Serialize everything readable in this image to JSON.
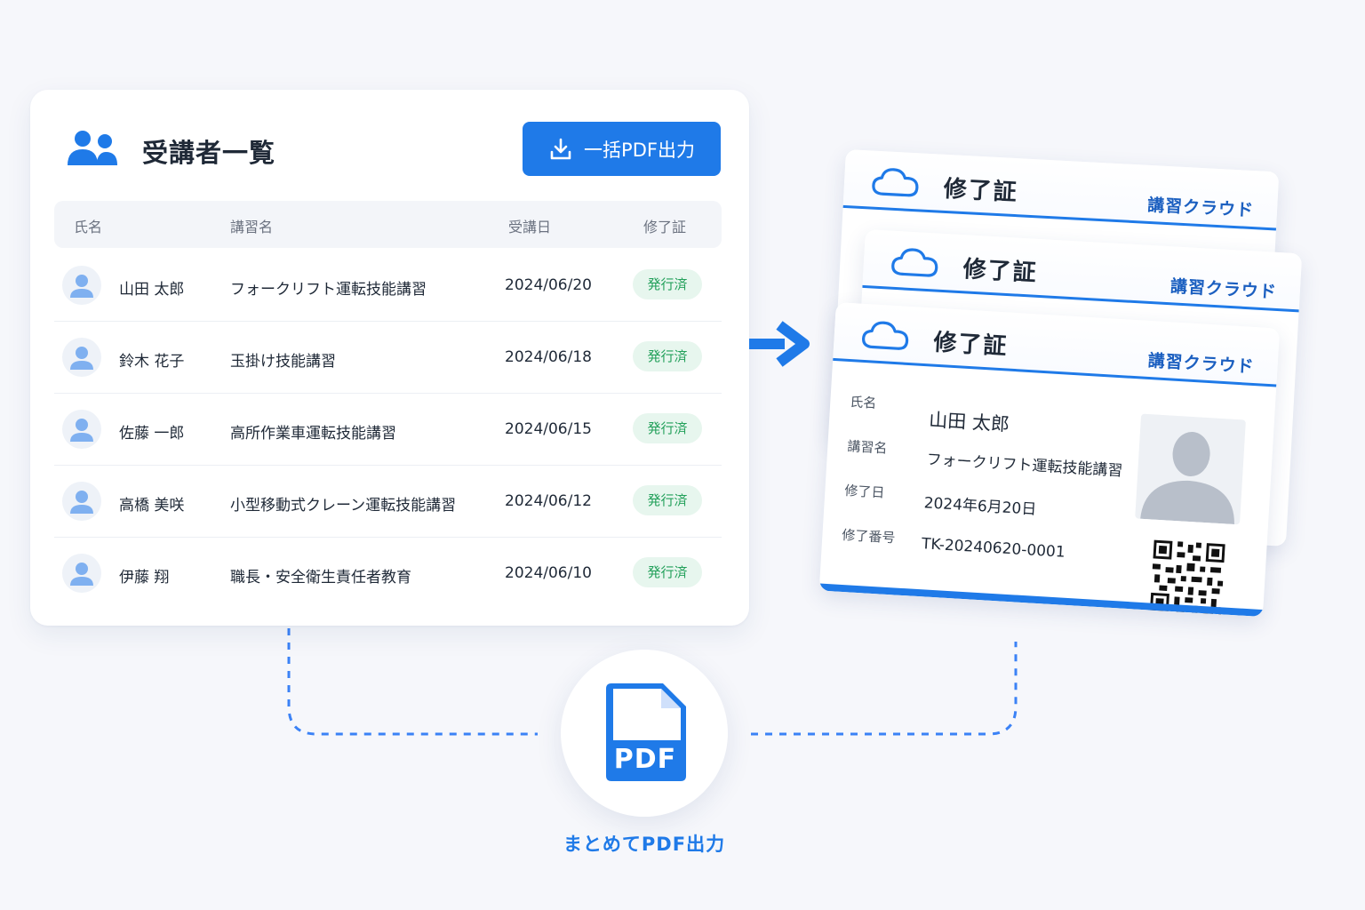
{
  "list": {
    "title": "受講者一覧",
    "bulk_button": "一括PDF出力",
    "columns": [
      "氏名",
      "講習名",
      "受講日",
      "修了証"
    ],
    "rows": [
      {
        "name": "山田 太郎",
        "course": "フォークリフト運転技能講習",
        "date": "2024/06/20",
        "status": "発行済"
      },
      {
        "name": "鈴木 花子",
        "course": "玉掛け技能講習",
        "date": "2024/06/18",
        "status": "発行済"
      },
      {
        "name": "佐藤 一郎",
        "course": "高所作業車運転技能講習",
        "date": "2024/06/15",
        "status": "発行済"
      },
      {
        "name": "高橋 美咲",
        "course": "小型移動式クレーン運転技能講習",
        "date": "2024/06/12",
        "status": "発行済"
      },
      {
        "name": "伊藤 翔",
        "course": "職長・安全衛生責任者教育",
        "date": "2024/06/10",
        "status": "発行済"
      }
    ]
  },
  "certificate": {
    "title": "修了証",
    "brand": "講習クラウド",
    "labels": {
      "name": "氏名",
      "course": "講習名",
      "date": "修了日",
      "number": "修了番号"
    },
    "values": {
      "name": "山田 太郎",
      "course": "フォークリフト運転技能講習",
      "date": "2024年6月20日",
      "number": "TK-20240620-0001"
    }
  },
  "pdf": {
    "icon_text": "PDF",
    "caption": "まとめてPDF出力"
  },
  "colors": {
    "accent": "#1f7ae8",
    "badge_bg": "#e7f6ee",
    "badge_text": "#22a05a",
    "brand_text": "#1b5fc0"
  },
  "icons": [
    "users-icon",
    "download-icon",
    "avatar-icon",
    "arrow-right-icon",
    "cloud-icon",
    "person-photo-icon",
    "qr-code-icon",
    "pdf-file-icon"
  ]
}
